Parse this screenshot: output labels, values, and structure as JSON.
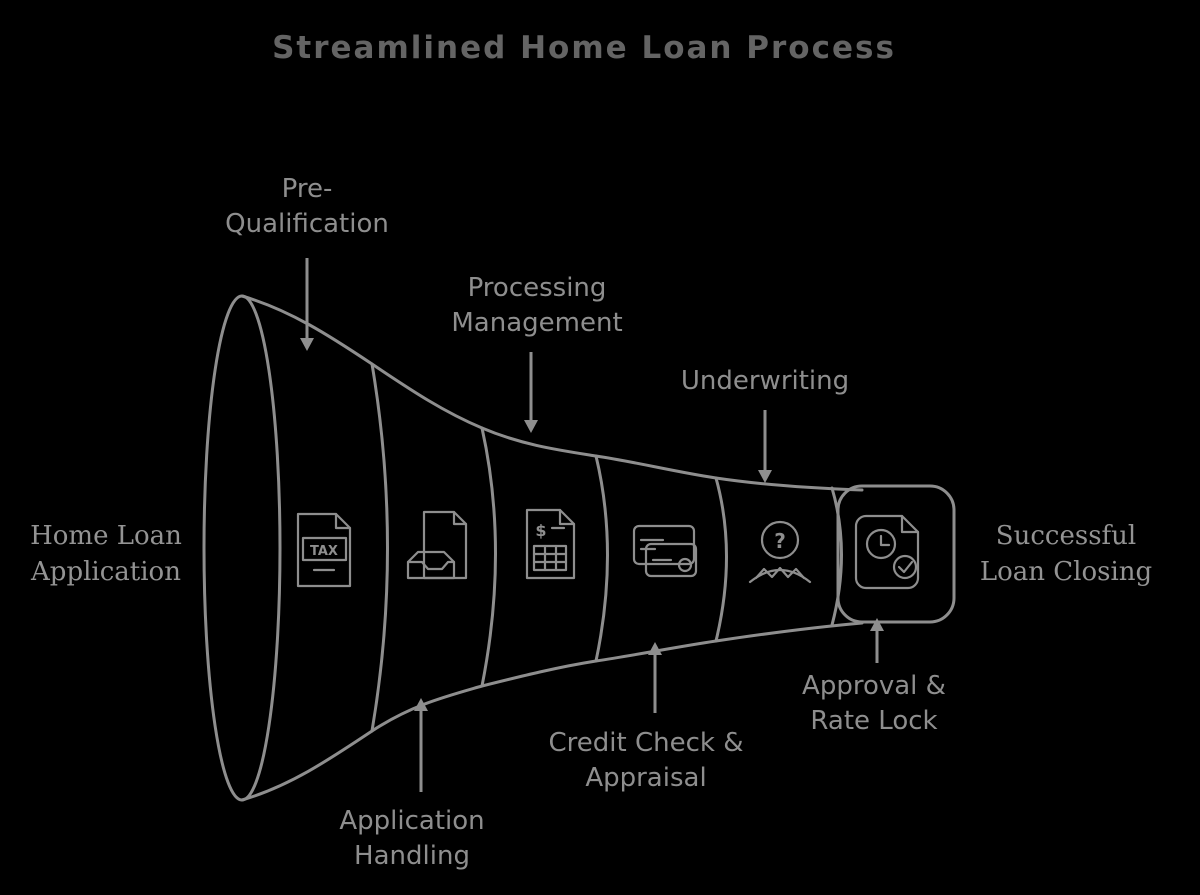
{
  "title": "Streamlined Home Loan Process",
  "colors": {
    "background": "#000000",
    "stroke": "#8e8e8e",
    "label_text": "#8e8e8e",
    "title_text": "#646464"
  },
  "funnel": {
    "start_label_lines": [
      "Home Loan",
      "Application"
    ],
    "end_label_lines": [
      "Successful",
      "Loan Closing"
    ]
  },
  "stages": [
    {
      "name": "pre-qualification",
      "label_lines": [
        "Pre-",
        "Qualification"
      ],
      "label_position": "top",
      "icon": "tax-document-icon",
      "icon_text": "TAX"
    },
    {
      "name": "application-handling",
      "label_lines": [
        "Application",
        "Handling"
      ],
      "label_position": "bottom",
      "icon": "document-tray-icon",
      "icon_text": ""
    },
    {
      "name": "processing-management",
      "label_lines": [
        "Processing",
        "Management"
      ],
      "label_position": "top",
      "icon": "invoice-icon",
      "icon_text": "$"
    },
    {
      "name": "credit-check-appraisal",
      "label_lines": [
        "Credit Check &",
        "Appraisal"
      ],
      "label_position": "bottom",
      "icon": "credit-card-icon",
      "icon_text": ""
    },
    {
      "name": "underwriting",
      "label_lines": [
        "Underwriting"
      ],
      "label_position": "top",
      "icon": "person-question-icon",
      "icon_text": "?"
    },
    {
      "name": "approval-rate-lock",
      "label_lines": [
        "Approval &",
        "Rate Lock"
      ],
      "label_position": "bottom",
      "icon": "clock-check-icon",
      "icon_text": ""
    }
  ]
}
